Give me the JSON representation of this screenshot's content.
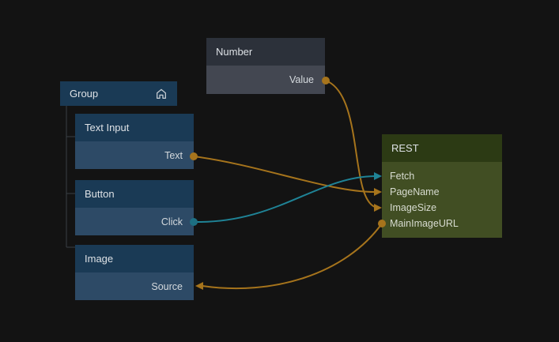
{
  "canvas": {
    "type": "node-graph-editor",
    "background": "#131313"
  },
  "colors": {
    "node_blue_header": "#1a3a55",
    "node_blue_row": "#2d4a66",
    "node_gray_header": "#2c313a",
    "node_gray_row": "#434751",
    "node_green_header": "#2c3a14",
    "node_green_body": "#414e23",
    "wire_orange": "#a6741c",
    "wire_teal": "#1f8396",
    "teal_port_dot": "#1d6f82",
    "tree_line": "#3a3f45",
    "text": "#dde1e5"
  },
  "nodes": {
    "group": {
      "title": "Group",
      "icon": "home-icon"
    },
    "text_input": {
      "title": "Text Input",
      "ports": [
        {
          "label": "Text",
          "direction": "output"
        }
      ]
    },
    "button": {
      "title": "Button",
      "ports": [
        {
          "label": "Click",
          "direction": "output"
        }
      ]
    },
    "image": {
      "title": "Image",
      "ports": [
        {
          "label": "Source",
          "direction": "input"
        }
      ]
    },
    "number": {
      "title": "Number",
      "ports": [
        {
          "label": "Value",
          "direction": "output"
        }
      ]
    },
    "rest": {
      "title": "REST",
      "ports": [
        {
          "label": "Fetch",
          "direction": "input"
        },
        {
          "label": "PageName",
          "direction": "input"
        },
        {
          "label": "ImageSize",
          "direction": "input"
        },
        {
          "label": "MainImageURL",
          "direction": "output"
        }
      ]
    }
  },
  "connections": [
    {
      "from": "Number.Value",
      "to": "REST.ImageSize",
      "color": "#a6741c"
    },
    {
      "from": "Text Input.Text",
      "to": "REST.PageName",
      "color": "#a6741c"
    },
    {
      "from": "Button.Click",
      "to": "REST.Fetch",
      "color": "#1f8396"
    },
    {
      "from": "REST.MainImageURL",
      "to": "Image.Source",
      "color": "#a6741c"
    }
  ],
  "group_children": [
    "Text Input",
    "Button",
    "Image"
  ]
}
